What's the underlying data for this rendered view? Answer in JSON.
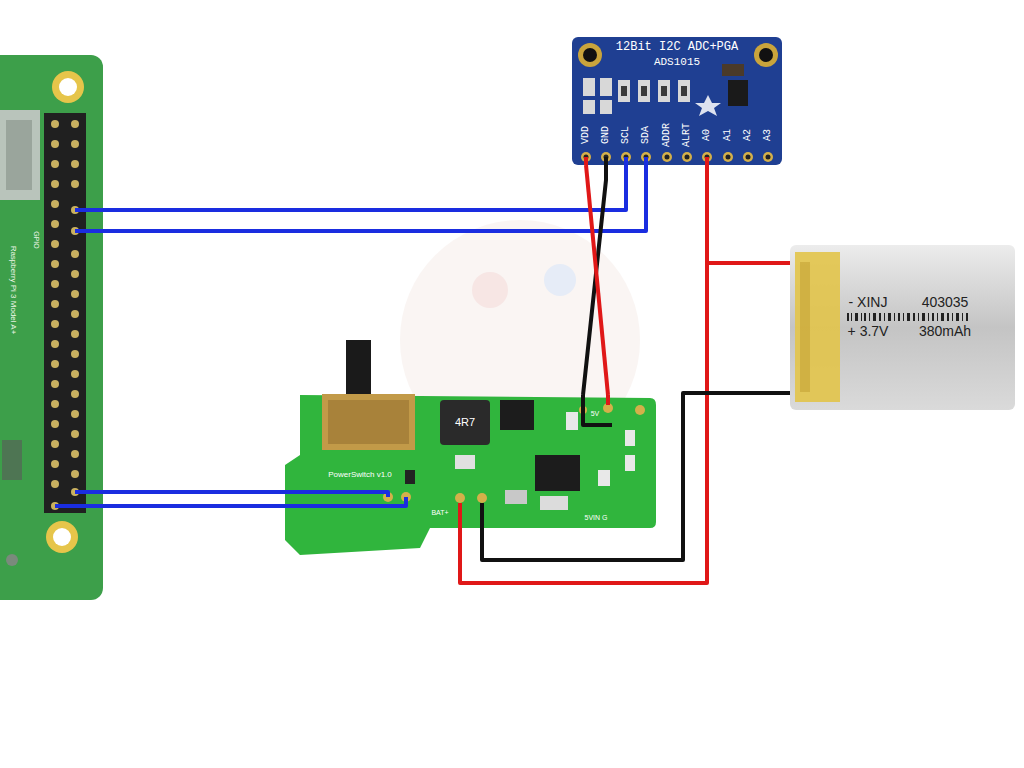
{
  "diagram": {
    "nodes": [
      {
        "text": [
          "Raspberry Pi 3 Model A+",
          "GPIO"
        ]
      },
      {
        "text": [
          "12Bit I2C ADC+PGA",
          "ADS1015"
        ]
      },
      {
        "text": [
          "PowerSwitch v1.0",
          "4R7",
          "5V",
          "BAT+",
          "5VIN G"
        ]
      },
      {
        "text": [
          "- XINJ",
          "403035",
          "+ 3.7V",
          "380mAh"
        ]
      }
    ],
    "edges": [
      {
        "from": 0,
        "to": 1,
        "arrow": "none"
      },
      {
        "from": 0,
        "to": 1,
        "arrow": "none"
      },
      {
        "from": 0,
        "to": 2,
        "arrow": "none"
      },
      {
        "from": 0,
        "to": 2,
        "arrow": "none"
      },
      {
        "from": 1,
        "to": 2,
        "arrow": "none"
      },
      {
        "from": 1,
        "to": 2,
        "arrow": "none"
      },
      {
        "from": 1,
        "to": 3,
        "arrow": "none"
      },
      {
        "from": 2,
        "to": 3,
        "arrow": "none"
      },
      {
        "from": 3,
        "to": 2,
        "arrow": "none"
      }
    ],
    "labels": [
      "VDD",
      "GND",
      "SCL",
      "SDA",
      "ADDR",
      "ALRT",
      "A0",
      "A1",
      "A2",
      "A3"
    ]
  }
}
